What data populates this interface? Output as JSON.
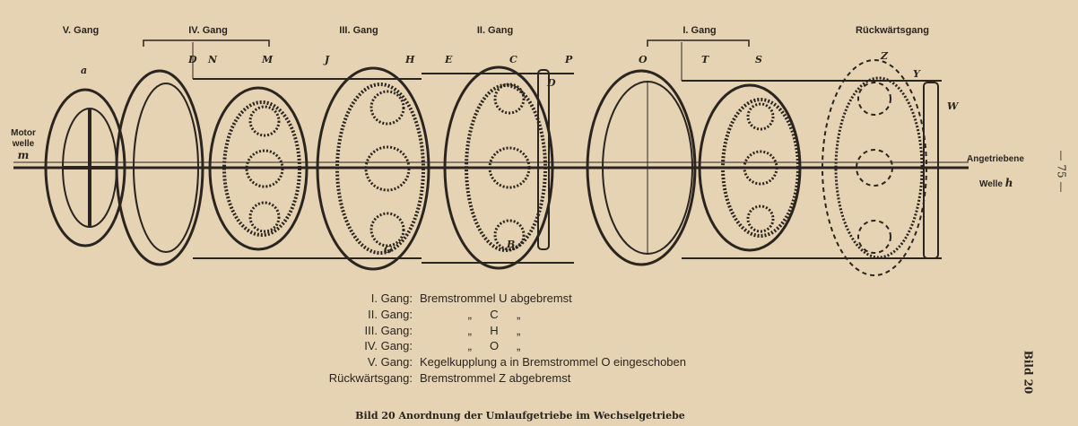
{
  "gear_labels": {
    "gang5": "V. Gang",
    "gang4": "IV. Gang",
    "gang3": "III. Gang",
    "gang2": "II. Gang",
    "gang1": "I. Gang",
    "reverse": "Rückwärtsgang"
  },
  "input_shaft": {
    "line1": "Motor",
    "line2": "welle",
    "symbol": "m"
  },
  "output_shaft": {
    "line1": "Angetriebene",
    "line2": "Welle",
    "symbol": "h"
  },
  "part_letters": [
    "a",
    "D",
    "N",
    "M",
    "J",
    "H",
    "E",
    "C",
    "P",
    "D",
    "O",
    "T",
    "S",
    "Z",
    "Y",
    "W",
    "G",
    "B"
  ],
  "legend": [
    {
      "gear": "I. Gang:",
      "desc": "Bremstrommel U abgebremst"
    },
    {
      "gear": "II. Gang:",
      "ditto_open": "„",
      "letter": "C",
      "ditto_close": "„"
    },
    {
      "gear": "III. Gang:",
      "ditto_open": "„",
      "letter": "H",
      "ditto_close": "„"
    },
    {
      "gear": "IV. Gang:",
      "ditto_open": "„",
      "letter": "O",
      "ditto_close": "„"
    },
    {
      "gear": "V. Gang:",
      "desc": "Kegelkupplung a in Bremstrommel O eingeschoben"
    },
    {
      "gear": "Rückwärtsgang:",
      "desc": "Bremstrommel Z abgebremst"
    }
  ],
  "caption": "Bild 20  Anordnung der Umlaufgetriebe im Wechselgetriebe",
  "page_number": "— 75 —",
  "side_caption": "Bild 20",
  "colors": {
    "paper": "#e5d3b3",
    "ink": "#2a2520"
  }
}
